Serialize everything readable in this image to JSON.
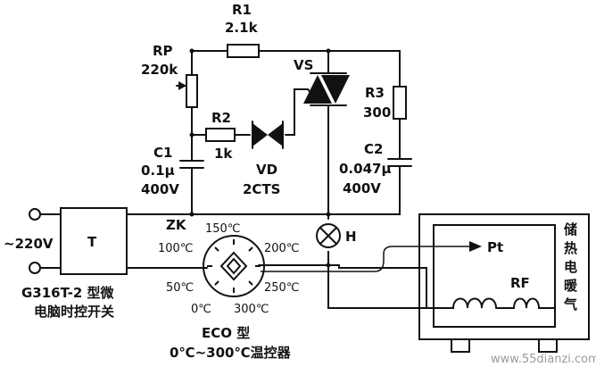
{
  "components": {
    "r1": {
      "ref": "R1",
      "value": "2.1k"
    },
    "rp": {
      "ref": "RP",
      "value": "220k"
    },
    "r2": {
      "ref": "R2",
      "value": "1k"
    },
    "r3": {
      "ref": "R3",
      "value": "300"
    },
    "c1": {
      "ref": "C1",
      "value": "0.1µ",
      "voltage": "400V"
    },
    "c2": {
      "ref": "C2",
      "value": "0.047µ",
      "voltage": "400V"
    },
    "vs": {
      "ref": "VS"
    },
    "vd": {
      "ref": "VD",
      "part": "2CTS"
    },
    "h": {
      "ref": "H"
    },
    "zk": {
      "ref": "ZK"
    },
    "t": {
      "ref": "T"
    },
    "pt": {
      "ref": "Pt"
    },
    "rf": {
      "ref": "RF"
    }
  },
  "supply": {
    "voltage": "~220V"
  },
  "timer": {
    "line1": "G316T-2 型微",
    "line2": "电脑时控开关"
  },
  "thermostat": {
    "scale": [
      "0℃",
      "50℃",
      "100℃",
      "150℃",
      "200℃",
      "250℃",
      "300℃"
    ],
    "line1": "ECO 型",
    "line2": "0℃~300℃温控器"
  },
  "heater": {
    "chars": [
      "储",
      "热",
      "电",
      "暖",
      "气"
    ]
  },
  "watermark": "www.55dianzi.com"
}
